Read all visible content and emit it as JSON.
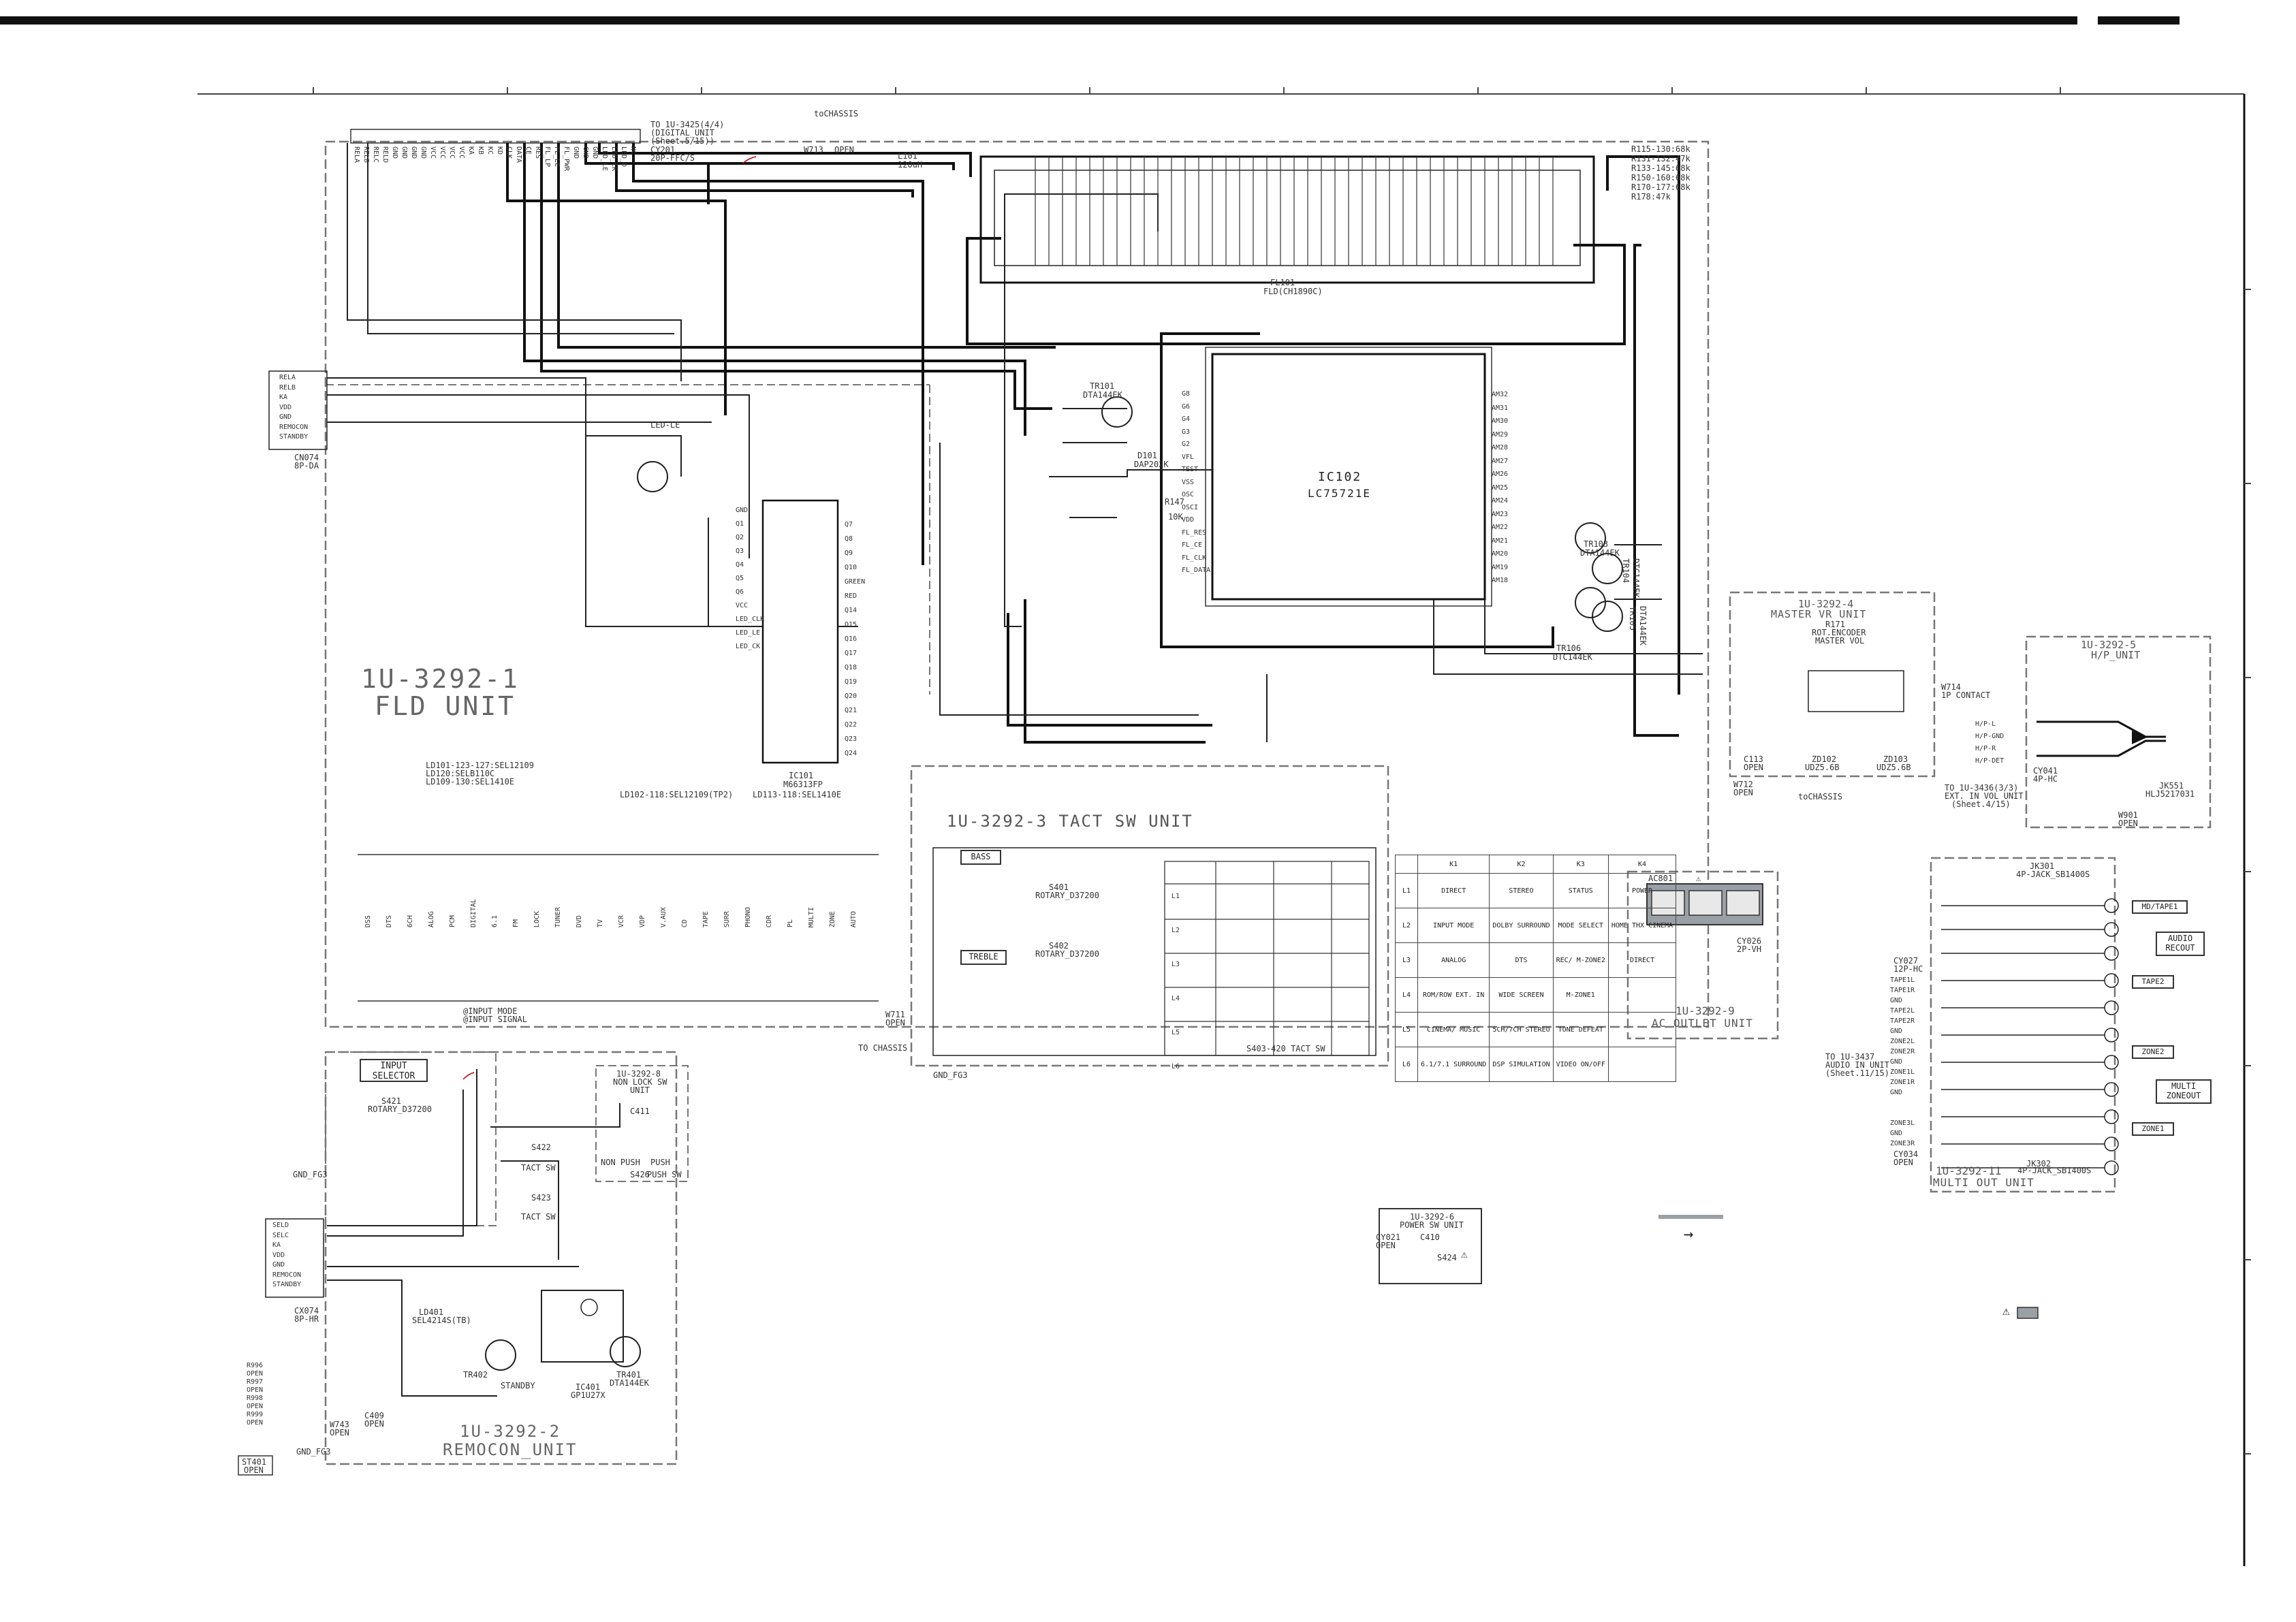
{
  "colors": {
    "line": "#111111",
    "dash": "#777777",
    "text": "#333333",
    "panel": "#9aa0a6",
    "bg": "#ffffff"
  },
  "top_connector": {
    "label1": "TO 1U-3425(4/4)",
    "label2": "(DIGITAL_UNIT",
    "label3": "(Sheet.5/15))",
    "part": "CY201",
    "type": "20P-FFC/S",
    "pins": [
      "RELA",
      "RELB",
      "RELC",
      "RELD",
      "GND",
      "GND",
      "GND",
      "GND",
      "VCC",
      "VCC",
      "VCC",
      "VCC",
      "KA",
      "KB",
      "KC",
      "KD",
      "CLK",
      "DATA",
      "CE",
      "RES",
      "FL_LP",
      "FL_LE",
      "FL_PWR",
      "GND",
      "GND",
      "GND",
      "LED_LE",
      "LED_CK",
      "LED_D",
      "NC"
    ]
  },
  "chassis": {
    "top": "toCHASSIS",
    "w713": "W713",
    "w713_state": "OPEN",
    "bottom": "toCHASSIS",
    "w711": "W711",
    "w711_state": "OPEN",
    "to_chassis": "TO CHASSIS"
  },
  "l101": {
    "name": "L101",
    "value": "120uH"
  },
  "resistor_note": [
    "R115-130:68k",
    "R131-132:47k",
    "R133-145:68k",
    "R150-160:68k",
    "R170-177:68k",
    "R178:47k"
  ],
  "fl101": {
    "name": "FL101",
    "part": "FLD(CH1890C)"
  },
  "ic102": {
    "name": "IC102",
    "part": "LC75721E",
    "left_pins": [
      "G8",
      "G6",
      "G4",
      "G3",
      "G2",
      "VFL",
      "TEST",
      "VSS",
      "OSC",
      "OSCI",
      "VDD",
      "FL_RES",
      "FL_CE",
      "FL_CLK",
      "FL_DATA"
    ],
    "right_pins": [
      "AM32",
      "AM31",
      "AM30",
      "AM29",
      "AM28",
      "AM27",
      "AM26",
      "AM25",
      "AM24",
      "AM23",
      "AM22",
      "AM21",
      "AM20",
      "AM19",
      "AM18"
    ]
  },
  "tr101": {
    "name": "TR101",
    "part": "DTA144EK"
  },
  "d101": {
    "name": "D101",
    "part": "DAP202K"
  },
  "r147": {
    "name": "R147",
    "value": "10K"
  },
  "tr103": {
    "name": "TR103",
    "part": "DTA144EK"
  },
  "tr104": {
    "name": "TR104",
    "part": "DTC144EK"
  },
  "tr105": {
    "name": "TR105",
    "part": "DTA144EK"
  },
  "tr106": {
    "name": "TR106",
    "part": "DTC144EK"
  },
  "ic101": {
    "name": "IC101",
    "part": "M66313FP",
    "left_pins": [
      "GND",
      "Q1",
      "Q2",
      "Q3",
      "Q4",
      "Q5",
      "Q6",
      "VCC",
      "LED_CLK",
      "LED_LE",
      "LED_CK"
    ],
    "right_pins": [
      "Q7",
      "Q8",
      "Q9",
      "Q10",
      "GREEN",
      "RED",
      "Q14",
      "Q15",
      "Q16",
      "Q17",
      "Q18",
      "Q19",
      "Q20",
      "Q21",
      "Q22",
      "Q23",
      "Q24"
    ]
  },
  "led_header": {
    "line1": "LD101-123-127:SEL12109",
    "line2": "LD120:SELB110C",
    "line3": "LD109-130:SEL1410E",
    "mid1": "LD102-118:SEL12109(TP2)",
    "mid2": "LD113-118:SEL1410E"
  },
  "fld_unit": {
    "line1": "1U-3292-1",
    "line2": "FLD UNIT"
  },
  "fld_bottom_note": {
    "line1": "@INPUT MODE",
    "line2": "@INPUT SIGNAL"
  },
  "leds": [
    "DSS",
    "DTS",
    "6CH",
    "ALOG",
    "PCM",
    "DIGITAL",
    "6.1",
    "FM",
    "LOCK",
    "TUNER",
    "DVD",
    "TV",
    "VCR",
    "VDP",
    "V.AUX",
    "CD",
    "TAPE",
    "SURR",
    "PHONO",
    "CDR",
    "PL",
    "MULTI",
    "ZONE",
    "AUTO"
  ],
  "cn074": {
    "part": "CN074",
    "type": "8P-DA",
    "pins": [
      "RELA",
      "RELB",
      "KA",
      "VDD",
      "GND",
      "REMOCON",
      "STANDBY"
    ]
  },
  "led_le": "LED-LE",
  "tact_unit": {
    "title": "1U-3292-3  TACT SW UNIT",
    "bass": "BASS",
    "treble": "TREBLE",
    "s401": "S401",
    "s401_part": "ROTARY_D37200",
    "s402": "S402",
    "s402_part": "ROTARY_D37200",
    "switch_range": "S403-420  TACT SW",
    "rows": [
      "L1",
      "L2",
      "L3",
      "L4",
      "L5",
      "L6"
    ]
  },
  "key_table": {
    "header": [
      "",
      "K1",
      "K2",
      "K3",
      "K4"
    ],
    "rows": [
      [
        "L1",
        "DIRECT",
        "STEREO",
        "STATUS",
        "POWER"
      ],
      [
        "L2",
        "INPUT MODE",
        "DOLBY SURROUND",
        "MODE SELECT",
        "HOME THX CINEMA"
      ],
      [
        "L3",
        "ANALOG",
        "DTS",
        "REC/ M-ZONE2",
        "DIRECT"
      ],
      [
        "L4",
        "ROM/ROW EXT. IN",
        "WIDE SCREEN",
        "M-ZONE1",
        ""
      ],
      [
        "L5",
        "CINEMA/ MUSIC",
        "5CH/7CH STEREO",
        "TONE DEFEAT",
        ""
      ],
      [
        "L6",
        "6.1/7.1 SURROUND",
        "DSP SIMULATION",
        "VIDEO ON/OFF",
        ""
      ]
    ]
  },
  "ac_outlet": {
    "title": "1U-3292-9",
    "subtitle": "AC OUTLET UNIT",
    "part": "AC801",
    "cy": "CY026",
    "cy_type": "2P-VH"
  },
  "master_vr": {
    "title": "1U-3292-4",
    "subtitle": "MASTER VR UNIT",
    "r171": "R171",
    "part": "ROT.ENCODER",
    "note": "MASTER VOL",
    "w714": "W714",
    "w714_note": "1P CONTACT",
    "c113": "C113",
    "c113_state": "OPEN",
    "zd102": "ZD102",
    "zd102_part": "UDZ5.6B",
    "zd103": "ZD103",
    "zd103_part": "UDZ5.6B",
    "w712": "W712",
    "w712_state": "OPEN"
  },
  "hp_unit": {
    "title": "1U-3292-5",
    "subtitle": "H/P_UNIT",
    "pins": [
      "H/P-L",
      "H/P-GND",
      "H/P-R",
      "H/P-DET"
    ],
    "cy041": "CY041",
    "cy041_type": "4P-HC",
    "jack": "JK551",
    "jack_part": "HLJ5217031",
    "to_note": "TO 1U-3436(3/3)",
    "to_note2": "EXT. IN VOL UNIT",
    "to_note3": "(Sheet.4/15)",
    "w901": "W901",
    "w901_state": "OPEN"
  },
  "multi_out": {
    "title": "1U-3292-11",
    "subtitle": "MULTI OUT UNIT",
    "jack_top": "4P-JACK_SB1400S",
    "jack_bottom": "4P-JACK_SB1400S",
    "jk301": "JK301",
    "jk302": "JK302",
    "cy027": "CY027",
    "cy027_type": "12P-HC",
    "pins": [
      "TAPE1L",
      "TAPE1R",
      "GND",
      "TAPE2L",
      "TAPE2R",
      "GND",
      "ZONE2L",
      "ZONE2R",
      "GND",
      "ZONE1L",
      "ZONE1R",
      "GND"
    ],
    "cy034": "CY034",
    "cy034_state": "OPEN",
    "zone_pins": [
      "ZONE3L",
      "GND",
      "ZONE3R"
    ],
    "to_note": "TO 1U-3437",
    "to_note2": "AUDIO IN UNIT",
    "to_note3": "(Sheet.11/15)",
    "labels": [
      "MD/TAPE1",
      "AUDIO RECOUT",
      "TAPE2",
      "ZONE2",
      "MULTI ZONEOUT",
      "ZONE1"
    ]
  },
  "remocon_unit": {
    "title": "1U-3292-2",
    "subtitle": "REMOCON_UNIT",
    "input_selector": "INPUT SELECTOR",
    "s421": "S421",
    "s421_part": "ROTARY_D37200",
    "s422": "S422",
    "s423": "S423",
    "tact": "TACT SW",
    "ic401": "IC401",
    "ic401_part": "GP1U27X",
    "tr401": "TR401",
    "tr401_part": "DTA144EK",
    "tr402": "TR402",
    "standby": "STANDBY",
    "ld401": "LD401",
    "ld401_part": "SEL4214S(TB)",
    "cn": "CX074",
    "cn_type": "8P-HR",
    "pins": [
      "SELD",
      "SELC",
      "KA",
      "VDD",
      "GND",
      "REMOCON",
      "STANDBY"
    ],
    "w743": "W743",
    "w743_state": "OPEN",
    "c409": "C409",
    "c409_state": "OPEN"
  },
  "nonlock_unit": {
    "title": "1U-3292-8",
    "subtitle": "NON LOCK SW",
    "subtitle2": "UNIT",
    "c411": "C411",
    "s426": "S426",
    "push": "PUSH SW",
    "non_push": "NON PUSH",
    "push_lbl": "PUSH"
  },
  "power_sw": {
    "title": "1U-3292-6",
    "subtitle": "POWER SW UNIT",
    "cy021": "CY021",
    "cy021_state": "OPEN",
    "s424": "S424",
    "c410": "C410"
  },
  "st401": {
    "name": "ST401",
    "state": "OPEN"
  },
  "r_open_list": [
    "R996",
    "OPEN",
    "R997",
    "OPEN",
    "R998",
    "OPEN",
    "R999",
    "OPEN"
  ],
  "gnd": "GND_FG3",
  "arrow": "→",
  "warning": "⚠"
}
